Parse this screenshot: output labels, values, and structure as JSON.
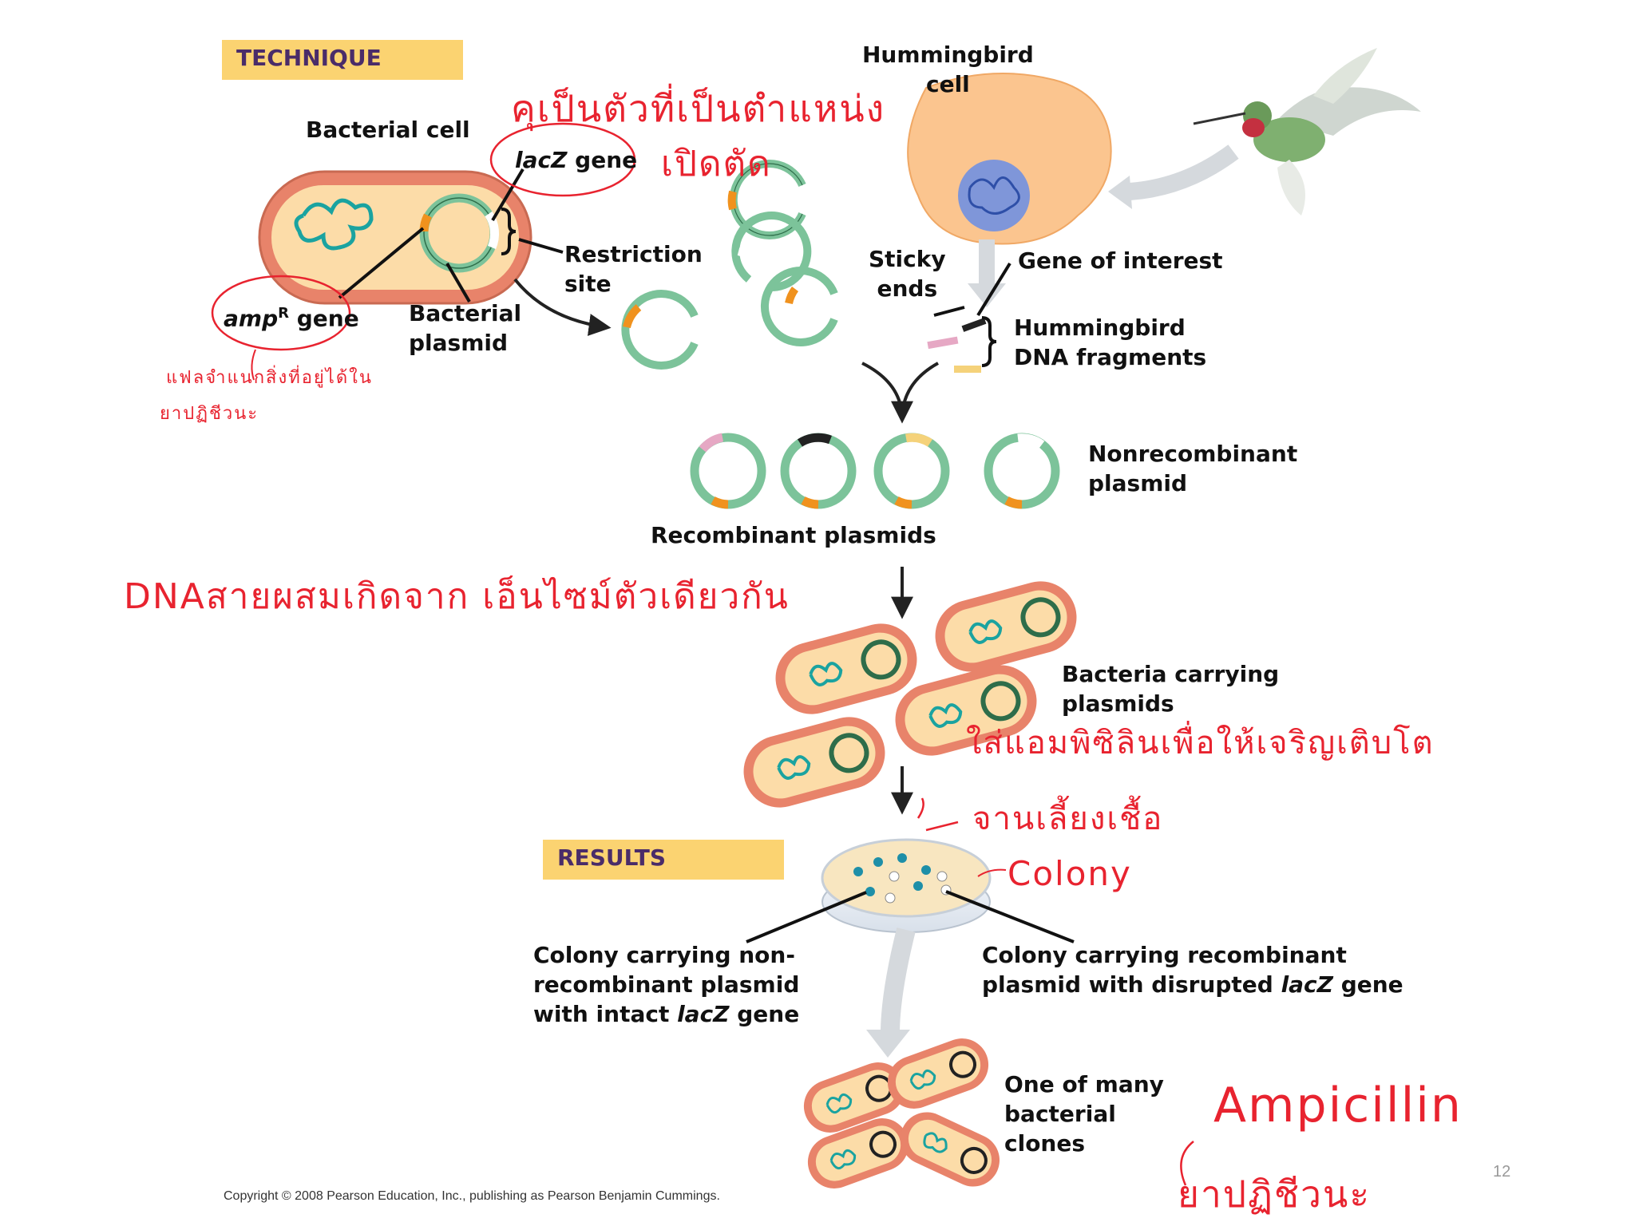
{
  "banners": {
    "technique": "TECHNIQUE",
    "results": "RESULTS"
  },
  "labels": {
    "bacterial_cell": "Bacterial cell",
    "lacz_gene_italic": "lacZ",
    "lacz_gene_word": " gene",
    "restriction_site": "Restriction\nsite",
    "ampr_italic": "amp",
    "ampr_sup": "R",
    "ampr_word": " gene",
    "bacterial_plasmid": "Bacterial\nplasmid",
    "hummingbird_cell": "Hummingbird\ncell",
    "sticky_ends": "Sticky\nends",
    "gene_of_interest": "Gene of interest",
    "hummingbird_dna": "Hummingbird\nDNA fragments",
    "nonrecombinant": "Nonrecombinant\nplasmid",
    "recombinant": "Recombinant plasmids",
    "bacteria_carrying": "Bacteria carrying\nplasmids",
    "colony_nonrec_1": "Colony carrying non-\nrecombinant plasmid\nwith intact ",
    "colony_nonrec_italic": "lacZ",
    "colony_nonrec_2": " gene",
    "colony_rec_1": "Colony carrying recombinant\nplasmid with disrupted ",
    "colony_rec_italic": "lacZ",
    "colony_rec_2": " gene",
    "clones": "One of many\nbacterial\nclones"
  },
  "notes": {
    "restriction_note_1": "คุเป็นตัวที่เป็นตำแหน่ง",
    "restriction_note_2": "เปิดตัด",
    "ampr_note_1": "แฟลจำแนกสิ่งที่อยู่ได้ใน",
    "ampr_note_2": "ยาปฏิชีวนะ",
    "dna_note": "DNAสายผสมเกิดจาก เอ็นไซม์ตัวเดียวกัน",
    "ampicillin_note": "ใส่แอมพิซิลินเพื่อให้เจริญเติบโต",
    "dish_note": "จานเลี้ยงเชื้อ",
    "colony_note": "Colony",
    "antibiotic_1": "Ampicillin",
    "antibiotic_2": "ยาปฏิชีวนะ"
  },
  "footer": {
    "copyright": "Copyright © 2008 Pearson Education, Inc., publishing as Pearson Benjamin Cummings.",
    "page_number": "12"
  },
  "colors": {
    "cell_outer": "#e8836a",
    "cell_inner": "#fcdca8",
    "plasmid_green": "#7cc39a",
    "ampr_orange": "#f0921e",
    "lacz_white": "#ffffff",
    "dna_teal": "#1aa3a0",
    "banner_fill": "#fbd371",
    "annotation_red": "#e8232f"
  }
}
